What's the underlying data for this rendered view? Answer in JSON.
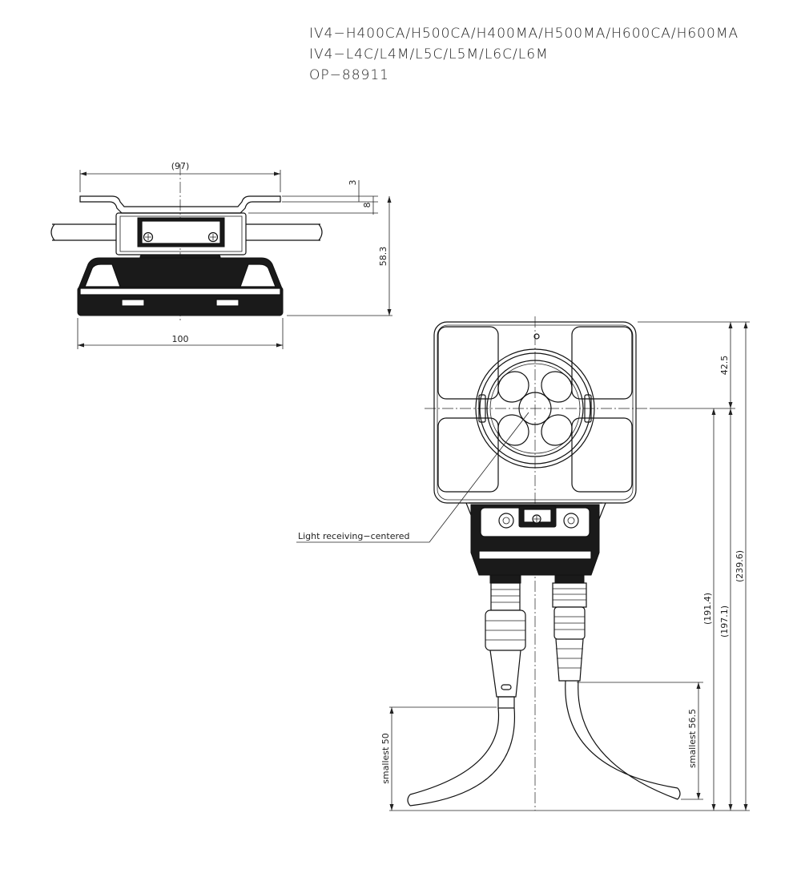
{
  "title": {
    "models_line1": "IV4−H400CA/H500CA/H400MA/H500MA/H600CA/H600MA",
    "models_line2": "IV4−L4C/L4M/L5C/L5M/L6C/L6M",
    "option_line": "OP−88911"
  },
  "top_view": {
    "dim_bracket_width": "(97)",
    "dim_base_width": "100",
    "dim_bracket_thickness": "3",
    "dim_bracket_offset": "8",
    "dim_total_height": "58.3"
  },
  "front_view": {
    "callout": "Light receiving−centered",
    "dim_optical_axis": "42.5",
    "dim_axis_to_cable_bend_a": "(191.4)",
    "dim_axis_to_cable_bend_b": "(197.1)",
    "dim_overall_height": "(239.6)",
    "dim_left_bend": "smallest 50",
    "dim_right_bend": "smallest 56.5"
  }
}
